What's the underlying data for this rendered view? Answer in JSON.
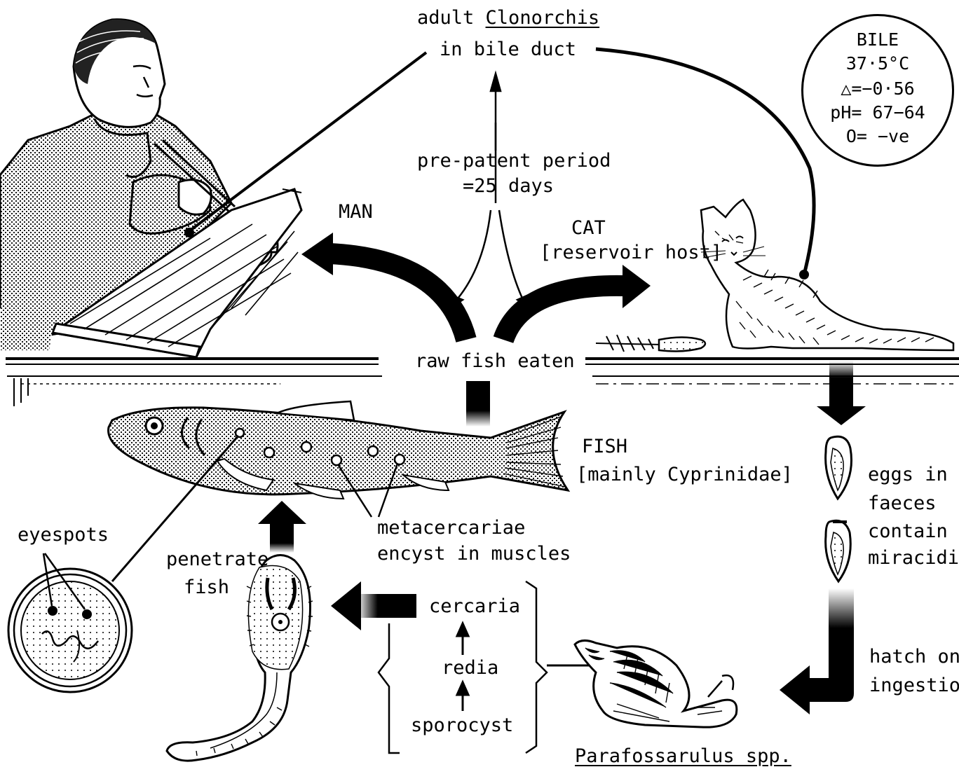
{
  "title": {
    "line1_prefix": "adult",
    "line1_genus": "Clonorchis",
    "line2": "in bile duct"
  },
  "bile_box": {
    "l1": "BILE",
    "l2": "37·5°C",
    "l3": "△=−0·56",
    "l4": "pH= 67−64",
    "l5": "O= −ve"
  },
  "prepatent": {
    "l1": "pre-patent period",
    "l2": "=25 days"
  },
  "man": "MAN",
  "cat": {
    "l1": "CAT",
    "l2": "[reservoir host]"
  },
  "raw_fish": "raw fish eaten",
  "fish": {
    "l1": "FISH",
    "l2": "[mainly Cyprinidae]"
  },
  "eggs": {
    "l1": "eggs in",
    "l2": "faeces",
    "l3": "contain",
    "l4": "miracidia"
  },
  "metacercariae": {
    "l1": "metacercariae",
    "l2": "encyst in muscles"
  },
  "eyespots": "eyespots",
  "penetrate": {
    "l1": "penetrate",
    "l2": "fish"
  },
  "stages": {
    "cercaria": "cercaria",
    "redia": "redia",
    "sporocyst": "sporocyst"
  },
  "hatch": {
    "l1": "hatch on",
    "l2": "ingestion"
  },
  "snail": "Parafossarulus spp.",
  "icons": [
    "man-eating-icon",
    "cat-icon",
    "fish-icon",
    "snail-icon",
    "cercaria-icon",
    "egg-icon",
    "eyespot-magnified-icon"
  ]
}
